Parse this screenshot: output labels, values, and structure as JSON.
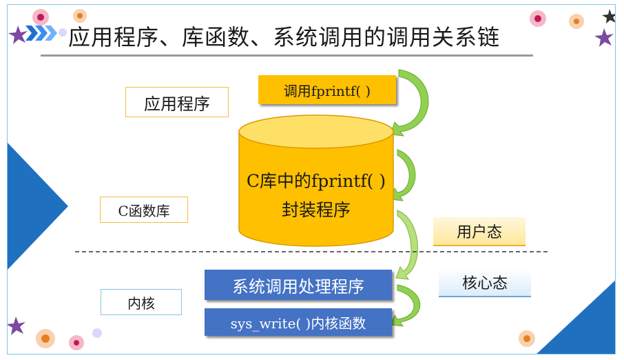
{
  "slide": {
    "title": "应用程序、库函数、系统调用的调用关系链",
    "layers": {
      "application": "应用程序",
      "c_library": "C函数库",
      "kernel": "内核"
    },
    "flow": {
      "call": "调用fprintf( )",
      "library_line1": "C库中的fprintf( )",
      "library_line2": "封装程序",
      "syscall_handler": "系统调用处理程序",
      "kernel_function": "sys_write( )内核函数"
    },
    "modes": {
      "user": "用户态",
      "kernel": "核心态"
    },
    "colors": {
      "yellow": "#ffc000",
      "blue": "#4472c4",
      "green_arrow": "#92d050",
      "triangle_blue": "#2070c0"
    }
  }
}
